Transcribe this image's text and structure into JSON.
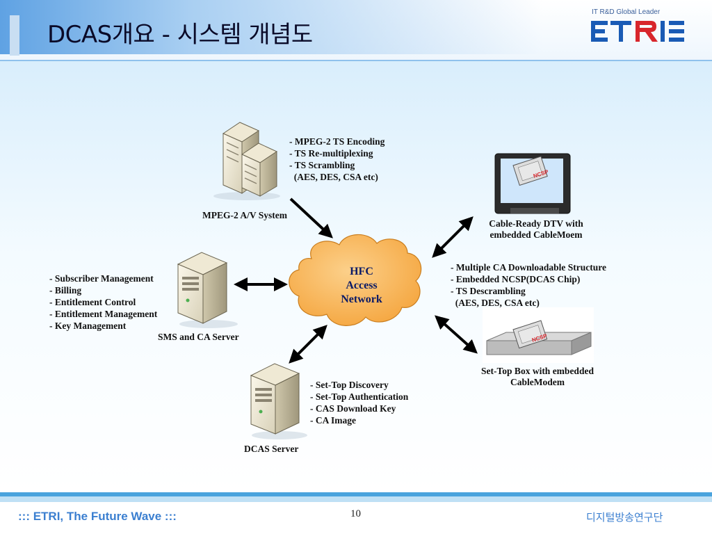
{
  "slide": {
    "title": "DCAS개요 - 시스템 개념도",
    "tagline": "IT R&D Global Leader",
    "logo": "ETRI"
  },
  "footer": {
    "left": "::: ETRI, The Future Wave :::",
    "page": "10",
    "right": "디지털방송연구단"
  },
  "nodes": {
    "mpeg": {
      "label": "MPEG-2 A/V System",
      "features": [
        "- MPEG-2 TS Encoding",
        "- TS Re-multiplexing",
        "- TS Scrambling",
        "  (AES, DES, CSA etc)"
      ]
    },
    "sms": {
      "label": "SMS and CA Server",
      "features": [
        "- Subscriber Management",
        "- Billing",
        "- Entitlement Control",
        "- Entitlement Management",
        "- Key Management"
      ]
    },
    "dcas": {
      "label": "DCAS Server",
      "features": [
        "- Set-Top Discovery",
        "- Set-Top Authentication",
        "- CAS Download Key",
        "- CA Image"
      ]
    },
    "hfc": {
      "line1": "HFC",
      "line2": "Access",
      "line3": "Network"
    },
    "dtv": {
      "line1": "Cable-Ready DTV with",
      "line2": "embedded CableMoem",
      "chip": "NCSP"
    },
    "client_features": [
      "- Multiple CA Downloadable Structure",
      "- Embedded NCSP(DCAS Chip)",
      "- TS Descrambling",
      "  (AES, DES, CSA etc)"
    ],
    "stb": {
      "line1": "Set-Top Box with embedded",
      "line2": "CableModem",
      "chip": "NCSP"
    }
  },
  "colors": {
    "cloud": "#f6b04a",
    "arrow": "#000000",
    "accent": "#3b7fd0",
    "logo_blue": "#1a5bb5",
    "logo_red": "#d8262c"
  }
}
